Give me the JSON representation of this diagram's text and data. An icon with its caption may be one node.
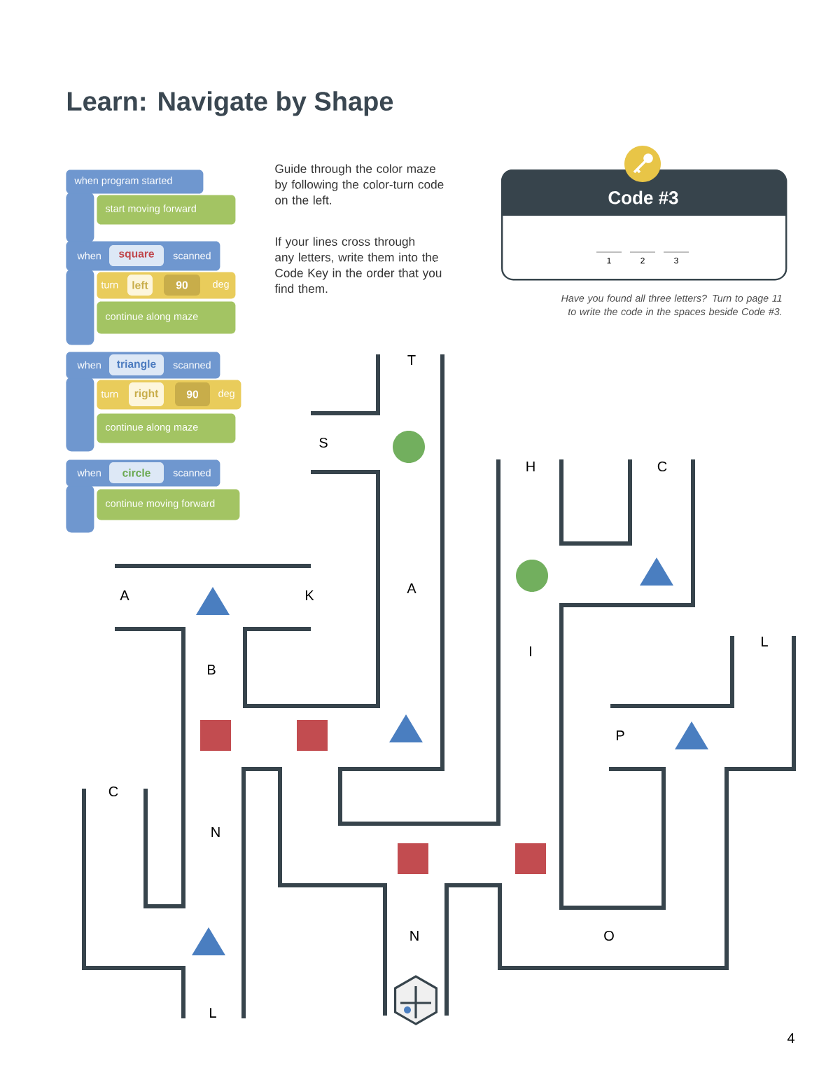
{
  "diagram": {
    "title": "Learn: Navigate by Shape",
    "nodes": [
      {
        "text": [
          "when program started"
        ]
      },
      {
        "text": [
          "start moving forward"
        ]
      },
      {
        "text": [
          "when",
          "scanned"
        ]
      },
      {
        "text": [
          "square"
        ],
        "in": 2
      },
      {
        "text": [
          "turn",
          "deg"
        ]
      },
      {
        "text": [
          "left"
        ],
        "in": 4
      },
      {
        "text": [
          "90"
        ],
        "in": 4
      },
      {
        "text": [
          "continue along maze"
        ]
      },
      {
        "text": [
          "when",
          "scanned"
        ]
      },
      {
        "text": [
          "triangle"
        ],
        "in": 8
      },
      {
        "text": [
          "turn",
          "deg"
        ]
      },
      {
        "text": [
          "right"
        ],
        "in": 10
      },
      {
        "text": [
          "90"
        ],
        "in": 10
      },
      {
        "text": [
          "continue along maze"
        ]
      },
      {
        "text": [
          "when",
          "scanned"
        ]
      },
      {
        "text": [
          "circle"
        ],
        "in": 14
      },
      {
        "text": [
          "continue moving forward"
        ]
      },
      {
        "text": [
          "Code #3"
        ]
      },
      {
        "text": [],
        "shape": "bar"
      },
      {
        "text": [],
        "shape": "bar"
      },
      {
        "text": [],
        "shape": "bar"
      },
      {
        "text": [],
        "shape": "bar"
      }
    ],
    "labels": [
      "Guide through the color maze by following the color-turn code on the left.",
      "If your lines cross through any letters, write them into the Code Key in the order that you find them.",
      "1",
      "2",
      "3",
      "Have you found all three letters? Turn to page 11 to write the code in the spaces beside Code #3.",
      "T",
      "S",
      "H",
      "C",
      "A",
      "K",
      "A",
      "I",
      "L",
      "B",
      "P",
      "C",
      "N",
      "N",
      "O",
      "L",
      "4"
    ]
  }
}
